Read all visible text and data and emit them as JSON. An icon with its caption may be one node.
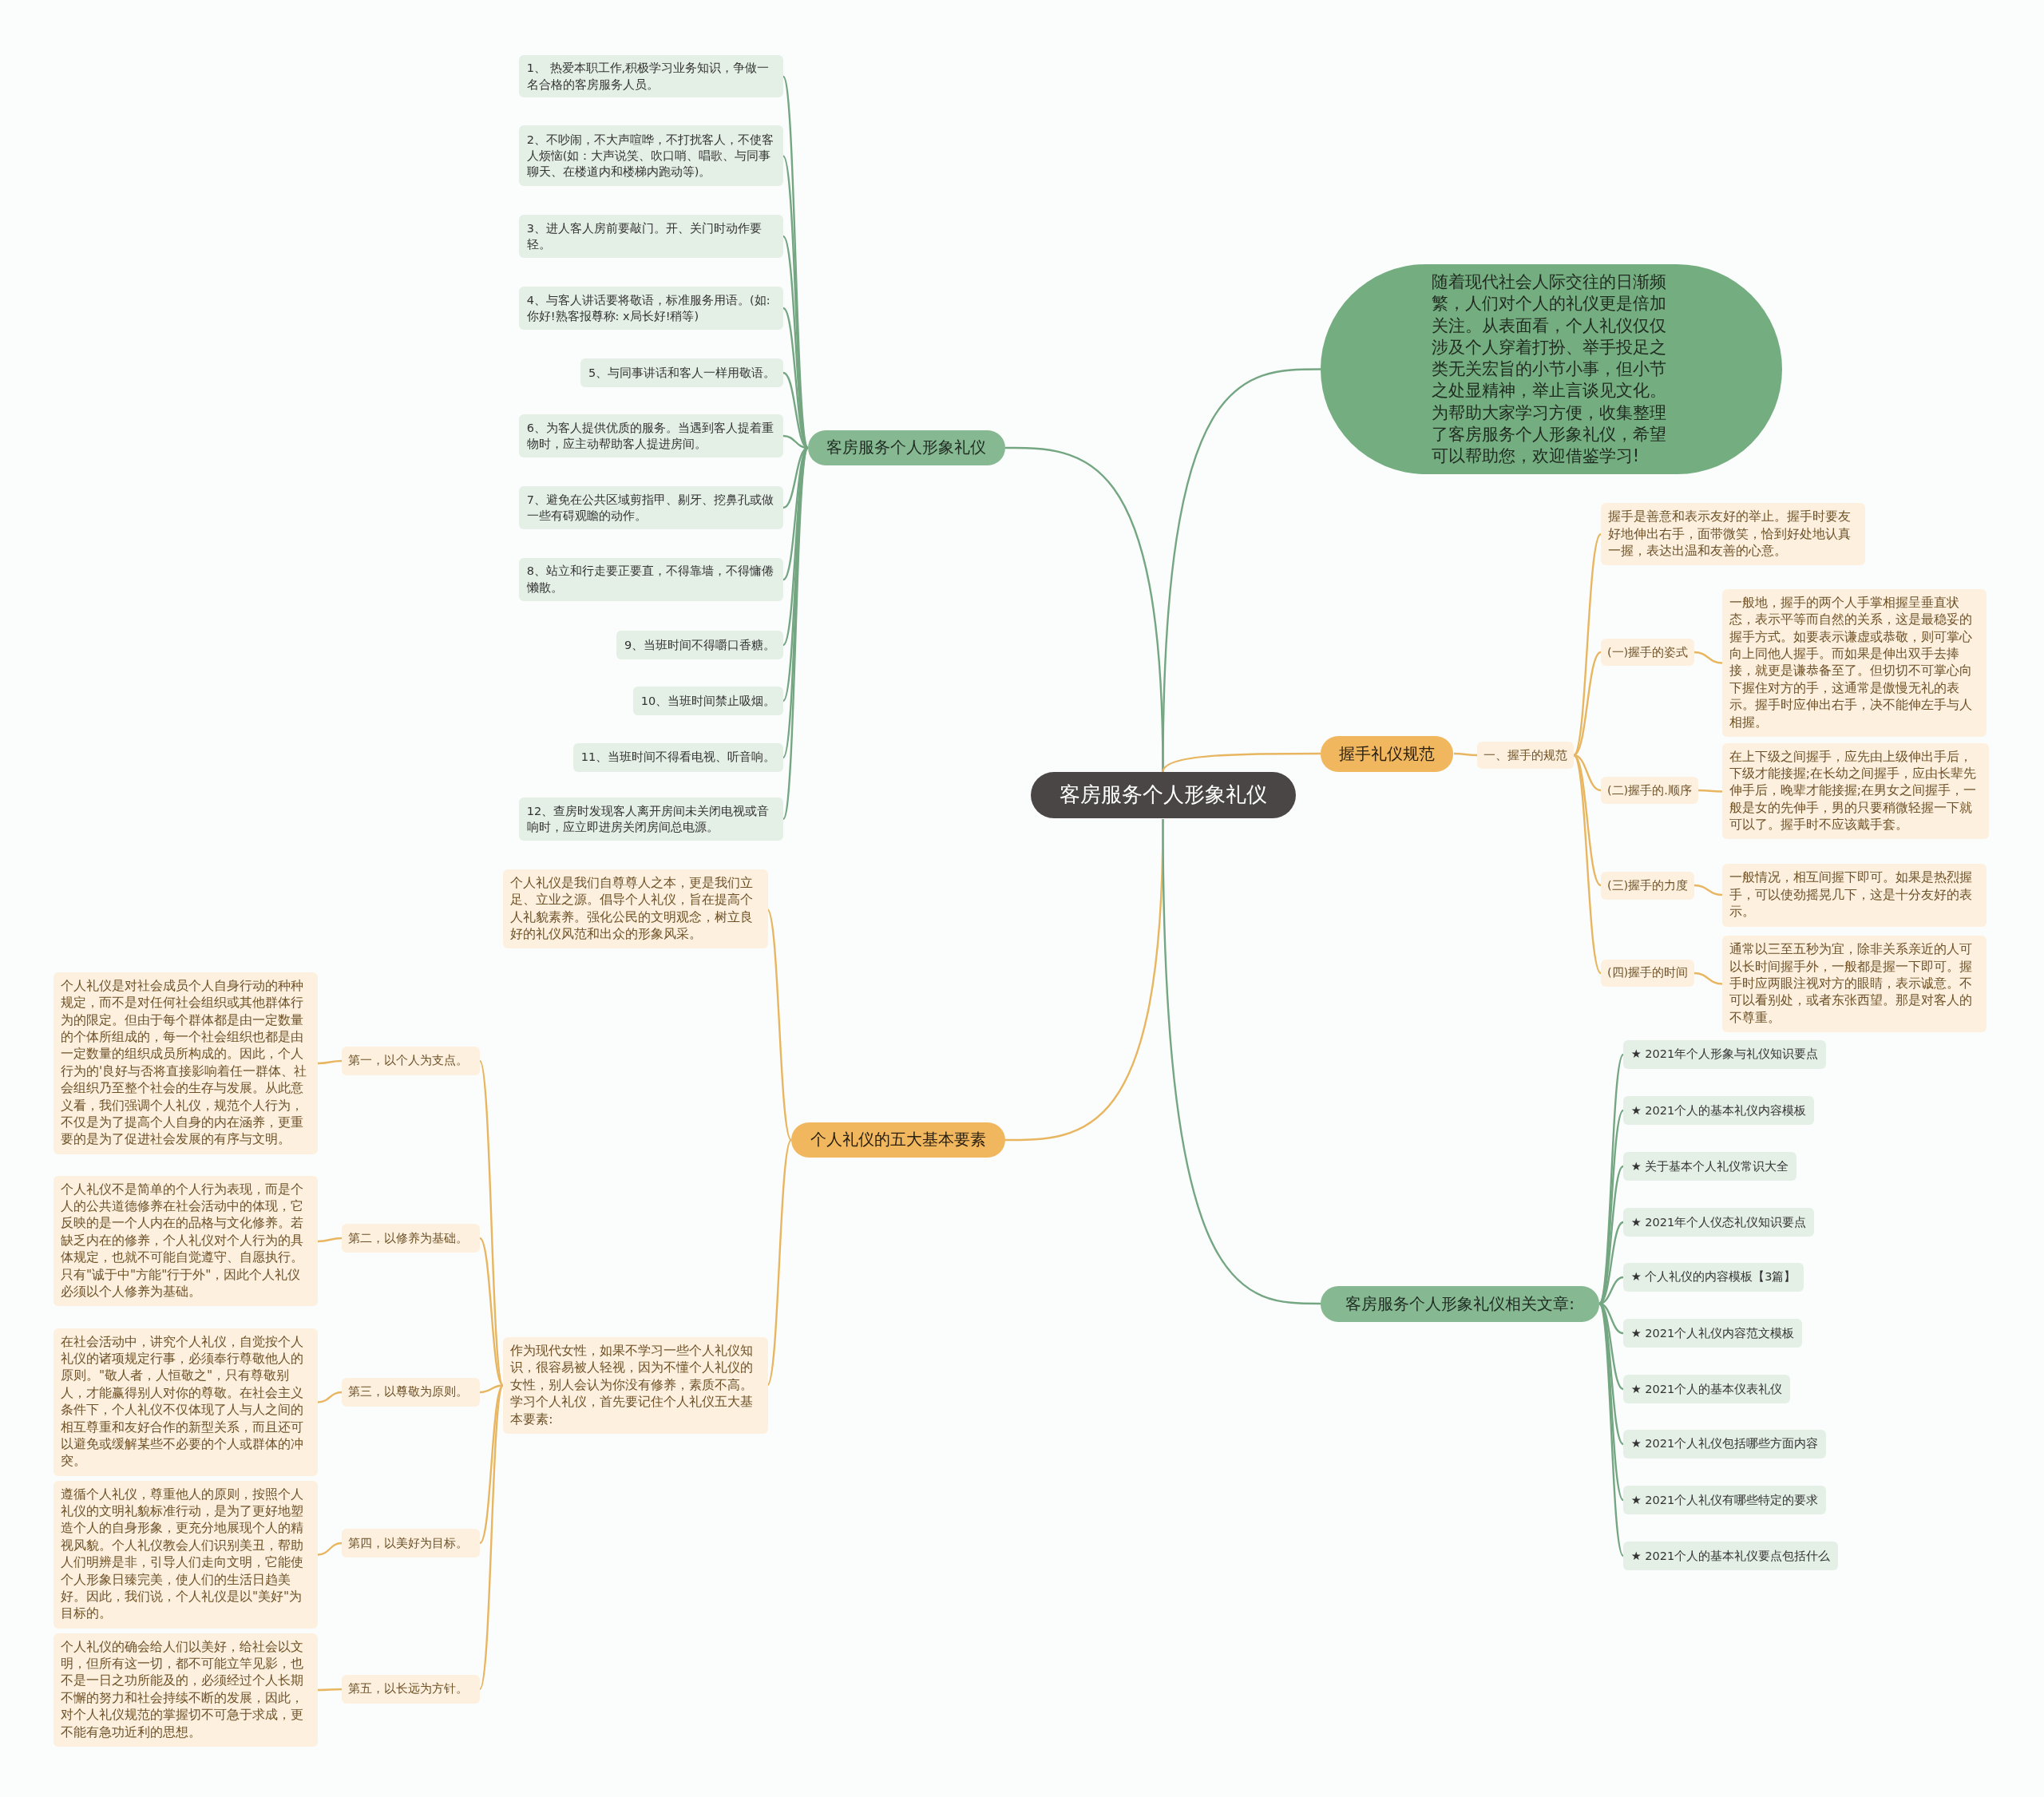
{
  "diagram": {
    "nodes": [
      {
        "text": [
          "客房服务个人形象礼仪"
        ]
      },
      {
        "text": [
          "客房服务个人形象礼仪"
        ]
      },
      {
        "text": [
          "1、 热爱本职工作,积极学习业务知识，争做一名合格的客房服务人员。"
        ]
      },
      {
        "text": [
          "2、不吵闹，不大声喧哗，不打扰客人，不使客人烦恼(如：大声说笑、吹口哨、唱歌、与同事聊天、在楼道内和楼梯内跑动等)。"
        ]
      },
      {
        "text": [
          "3、进人客人房前要敲门。开、关门时动作要轻。"
        ]
      },
      {
        "text": [
          "4、与客人讲话要将敬语，标准服务用语。(如:你好!熟客报尊称: x局长好!稍等)"
        ]
      },
      {
        "text": [
          "5、与同事讲话和客人一样用敬语。"
        ]
      },
      {
        "text": [
          "6、为客人提供优质的服务。当遇到客人提着重物时，应主动帮助客人提进房间。"
        ]
      },
      {
        "text": [
          "7、避免在公共区域剪指甲、剔牙、挖鼻孔或做一些有碍观瞻的动作。"
        ]
      },
      {
        "text": [
          "8、站立和行走要正要直，不得靠墙，不得慵倦懒散。"
        ]
      },
      {
        "text": [
          "9、当班时间不得嚼口香糖。"
        ]
      },
      {
        "text": [
          "10、当班时间禁止吸烟。"
        ]
      },
      {
        "text": [
          "11、当班时间不得看电视、听音响。"
        ]
      },
      {
        "text": [
          "12、查房时发现客人离开房间未关闭电视或音响时，应立即进房关闭房间总电源。"
        ]
      },
      {
        "text": [
          "随着现代社会人际交往的日渐频繁，人们对个人的礼仪更是倍加关注。从表面看，个人礼仪仅仅涉及个人穿着打扮、举手投足之类无关宏旨的小节小事，但小节之处显精神，举止言谈见文化。为帮助大家学习方便，收集整理了客房服务个人形象礼仪，希望可以帮助您，欢迎借鉴学习!"
        ]
      },
      {
        "text": [
          "握手礼仪规范"
        ]
      },
      {
        "text": [
          "一、握手的规范"
        ]
      },
      {
        "text": [
          "握手是善意和表示友好的举止。握手时要友好地伸出右手，面带微笑，恰到好处地认真一握，表达出温和友善的心意。"
        ]
      },
      {
        "text": [
          "(一)握手的姿式"
        ]
      },
      {
        "text": [
          "一般地，握手的两个人手掌相握呈垂直状态，表示平等而自然的关系，这是最稳妥的握手方式。如要表示谦虚或恭敬，则可掌心向上同他人握手。而如果是伸出双手去捧接，就更是谦恭备至了。但切切不可掌心向下握住对方的手，这通常是傲慢无礼的表示。握手时应伸出右手，决不能伸左手与人相握。"
        ]
      },
      {
        "text": [
          "(二)握手的.顺序"
        ]
      },
      {
        "text": [
          "在上下级之间握手，应先由上级伸出手后，下级才能接握;在长幼之间握手，应由长辈先伸手后，晚辈才能接握;在男女之间握手，一般是女的先伸手，男的只要稍微轻握一下就可以了。握手时不应该戴手套。"
        ]
      },
      {
        "text": [
          "(三)握手的力度"
        ]
      },
      {
        "text": [
          "一般情况，相互间握下即可。如果是热烈握手，可以使劲摇晃几下，这是十分友好的表示。"
        ]
      },
      {
        "text": [
          "(四)握手的时间"
        ]
      },
      {
        "text": [
          "通常以三至五秒为宜，除非关系亲近的人可以长时间握手外，一般都是握一下即可。握手时应两眼注视对方的眼睛，表示诚意。不可以看别处，或者东张西望。那是对客人的不尊重。"
        ]
      },
      {
        "text": [
          "个人礼仪的五大基本要素"
        ]
      },
      {
        "text": [
          "个人礼仪是我们自尊尊人之本，更是我们立足、立业之源。倡导个人礼仪，旨在提高个人礼貌素养。强化公民的文明观念，树立良好的礼仪风范和出众的形象风采。"
        ]
      },
      {
        "text": [
          "作为现代女性，如果不学习一些个人礼仪知识，很容易被人轻视，因为不懂个人礼仪的女性，别人会认为你没有修养，素质不高。学习个人礼仪，首先要记住个人礼仪五大基本要素:"
        ]
      },
      {
        "text": [
          "第一，以个人为支点。"
        ]
      },
      {
        "text": [
          "个人礼仪是对社会成员个人自身行动的种种规定，而不是对任何社会组织或其他群体行为的限定。但由于每个群体都是由一定数量的个体所组成的，每一个社会组织也都是由一定数量的组织成员所构成的。因此，个人行为的'良好与否将直接影响着任一群体、社会组织乃至整个社会的生存与发展。从此意义看，我们强调个人礼仪，规范个人行为，不仅是为了提高个人自身的内在涵养，更重要的是为了促进社会发展的有序与文明。"
        ]
      },
      {
        "text": [
          "第二，以修养为基础。"
        ]
      },
      {
        "text": [
          "个人礼仪不是简单的个人行为表现，而是个人的公共道德修养在社会活动中的体现，它反映的是一个人内在的品格与文化修养。若缺乏内在的修养，个人礼仪对个人行为的具体规定，也就不可能自觉遵守、自愿执行。只有\"诚于中\"方能\"行于外\"，因此个人礼仪必须以个人修养为基础。"
        ]
      },
      {
        "text": [
          "第三，以尊敬为原则。"
        ]
      },
      {
        "text": [
          "在社会活动中，讲究个人礼仪，自觉按个人礼仪的诸项规定行事，必须奉行尊敬他人的原则。\"敬人者，人恒敬之\"，只有尊敬别人，才能赢得别人对你的尊敬。在社会主义条件下，个人礼仪不仅体现了人与人之间的相互尊重和友好合作的新型关系，而且还可以避免或缓解某些不必要的个人或群体的冲突。"
        ]
      },
      {
        "text": [
          "第四，以美好为目标。"
        ]
      },
      {
        "text": [
          "遵循个人礼仪，尊重他人的原则，按照个人礼仪的文明礼貌标准行动，是为了更好地塑造个人的自身形象，更充分地展现个人的精视风貌。个人礼仪教会人们识别美丑，帮助人们明辨是非，引导人们走向文明，它能使个人形象日臻完美，使人们的生活日趋美好。因此，我们说，个人礼仪是以\"美好\"为目标的。"
        ]
      },
      {
        "text": [
          "第五，以长远为方针。"
        ]
      },
      {
        "text": [
          "个人礼仪的确会给人们以美好，给社会以文明，但所有这一切，都不可能立竿见影，也不是一日之功所能及的，必须经过个人长期不懈的努力和社会持续不断的发展，因此，对个人礼仪规范的掌握切不可急于求成，更不能有急功近利的思想。"
        ]
      },
      {
        "text": [
          "客房服务个人形象礼仪相关文章:"
        ]
      },
      {
        "text": [
          "★ 2021年个人形象与礼仪知识要点"
        ]
      },
      {
        "text": [
          "★ 2021个人的基本礼仪内容模板"
        ]
      },
      {
        "text": [
          "★ 关于基本个人礼仪常识大全"
        ]
      },
      {
        "text": [
          "★ 2021年个人仪态礼仪知识要点"
        ]
      },
      {
        "text": [
          "★ 个人礼仪的内容模板【3篇】"
        ]
      },
      {
        "text": [
          "★ 2021个人礼仪内容范文模板"
        ]
      },
      {
        "text": [
          "★ 2021个人的基本仪表礼仪"
        ]
      },
      {
        "text": [
          "★ 2021个人礼仪包括哪些方面内容"
        ]
      },
      {
        "text": [
          "★ 2021个人礼仪有哪些特定的要求"
        ]
      },
      {
        "text": [
          "★ 2021个人的基本礼仪要点包括什么"
        ]
      }
    ],
    "edges": [
      {
        "from": 0,
        "to": 1,
        "arrow": "none"
      },
      {
        "from": 1,
        "to": 2,
        "arrow": "none"
      },
      {
        "from": 1,
        "to": 3,
        "arrow": "none"
      },
      {
        "from": 1,
        "to": 4,
        "arrow": "none"
      },
      {
        "from": 1,
        "to": 5,
        "arrow": "none"
      },
      {
        "from": 1,
        "to": 6,
        "arrow": "none"
      },
      {
        "from": 1,
        "to": 7,
        "arrow": "none"
      },
      {
        "from": 1,
        "to": 8,
        "arrow": "none"
      },
      {
        "from": 1,
        "to": 9,
        "arrow": "none"
      },
      {
        "from": 1,
        "to": 10,
        "arrow": "none"
      },
      {
        "from": 1,
        "to": 11,
        "arrow": "none"
      },
      {
        "from": 1,
        "to": 12,
        "arrow": "none"
      },
      {
        "from": 1,
        "to": 13,
        "arrow": "none"
      },
      {
        "from": 0,
        "to": 14,
        "arrow": "none"
      },
      {
        "from": 0,
        "to": 15,
        "arrow": "none",
        "color": "#e8b660"
      },
      {
        "from": 15,
        "to": 16,
        "arrow": "none",
        "color": "#e8b660"
      },
      {
        "from": 16,
        "to": 17,
        "arrow": "none",
        "color": "#e8b660"
      },
      {
        "from": 16,
        "to": 18,
        "arrow": "none",
        "color": "#e8b660"
      },
      {
        "from": 18,
        "to": 19,
        "arrow": "none",
        "color": "#e8b660"
      },
      {
        "from": 16,
        "to": 20,
        "arrow": "none",
        "color": "#e8b660"
      },
      {
        "from": 20,
        "to": 21,
        "arrow": "none",
        "color": "#e8b660"
      },
      {
        "from": 16,
        "to": 22,
        "arrow": "none",
        "color": "#e8b660"
      },
      {
        "from": 22,
        "to": 23,
        "arrow": "none",
        "color": "#e8b660"
      },
      {
        "from": 16,
        "to": 24,
        "arrow": "none",
        "color": "#e8b660"
      },
      {
        "from": 24,
        "to": 25,
        "arrow": "none",
        "color": "#e8b660"
      },
      {
        "from": 0,
        "to": 26,
        "arrow": "none",
        "color": "#e8b660"
      },
      {
        "from": 26,
        "to": 27,
        "arrow": "none",
        "color": "#e8b660"
      },
      {
        "from": 26,
        "to": 28,
        "arrow": "none",
        "color": "#e8b660"
      },
      {
        "from": 28,
        "to": 29,
        "arrow": "none",
        "color": "#e8b660"
      },
      {
        "from": 29,
        "to": 30,
        "arrow": "none",
        "color": "#e8b660"
      },
      {
        "from": 28,
        "to": 31,
        "arrow": "none",
        "color": "#e8b660"
      },
      {
        "from": 31,
        "to": 32,
        "arrow": "none",
        "color": "#e8b660"
      },
      {
        "from": 28,
        "to": 33,
        "arrow": "none",
        "color": "#e8b660"
      },
      {
        "from": 33,
        "to": 34,
        "arrow": "none",
        "color": "#e8b660"
      },
      {
        "from": 28,
        "to": 35,
        "arrow": "none",
        "color": "#e8b660"
      },
      {
        "from": 35,
        "to": 36,
        "arrow": "none",
        "color": "#e8b660"
      },
      {
        "from": 28,
        "to": 37,
        "arrow": "none",
        "color": "#e8b660"
      },
      {
        "from": 37,
        "to": 38,
        "arrow": "none",
        "color": "#e8b660"
      },
      {
        "from": 0,
        "to": 39,
        "arrow": "none"
      },
      {
        "from": 39,
        "to": 40,
        "arrow": "none"
      },
      {
        "from": 39,
        "to": 41,
        "arrow": "none"
      },
      {
        "from": 39,
        "to": 42,
        "arrow": "none"
      },
      {
        "from": 39,
        "to": 43,
        "arrow": "none"
      },
      {
        "from": 39,
        "to": 44,
        "arrow": "none"
      },
      {
        "from": 39,
        "to": 45,
        "arrow": "none"
      },
      {
        "from": 39,
        "to": 46,
        "arrow": "none"
      },
      {
        "from": 39,
        "to": 47,
        "arrow": "none"
      },
      {
        "from": 39,
        "to": 48,
        "arrow": "none"
      },
      {
        "from": 39,
        "to": 49,
        "arrow": "none"
      }
    ]
  }
}
